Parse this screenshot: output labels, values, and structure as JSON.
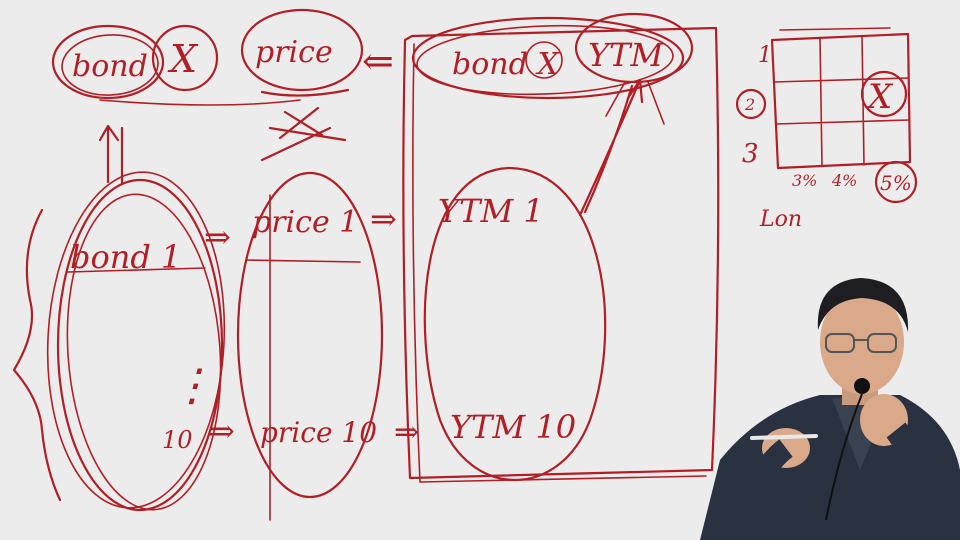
{
  "whiteboard": {
    "top_row": {
      "bond_label": "bond",
      "x_mark": "X",
      "price_label": "price",
      "arrow_left": "⇐",
      "bond_x_label": "bond X",
      "ytm_label": "YTM"
    },
    "bottom_row": {
      "bond_first": "bond 1",
      "arrow_1": "⇒",
      "price_first": "price 1",
      "arrow_2": "⇒",
      "ytm_first": "YTM 1",
      "bond_last": "10",
      "arrow_3": "⇒",
      "price_last": "price 10",
      "arrow_4": "⇒",
      "ytm_last": "YTM 10",
      "dots": "⋮"
    },
    "grid": {
      "row_label_1": "1",
      "row_label_2": "2",
      "row_label_3": "3",
      "col_label_1": "3%",
      "col_label_2": "4%",
      "col_label_3": "5%",
      "bottom_note": "Lon",
      "x_mark": "X"
    }
  },
  "presenter": {
    "description": "lecturer with glasses, dark suit, holding microphone and pen"
  },
  "colors": {
    "ink": "#b21e26",
    "board": "#ececec",
    "suit": "#2a3140",
    "skin": "#d9a98a"
  }
}
